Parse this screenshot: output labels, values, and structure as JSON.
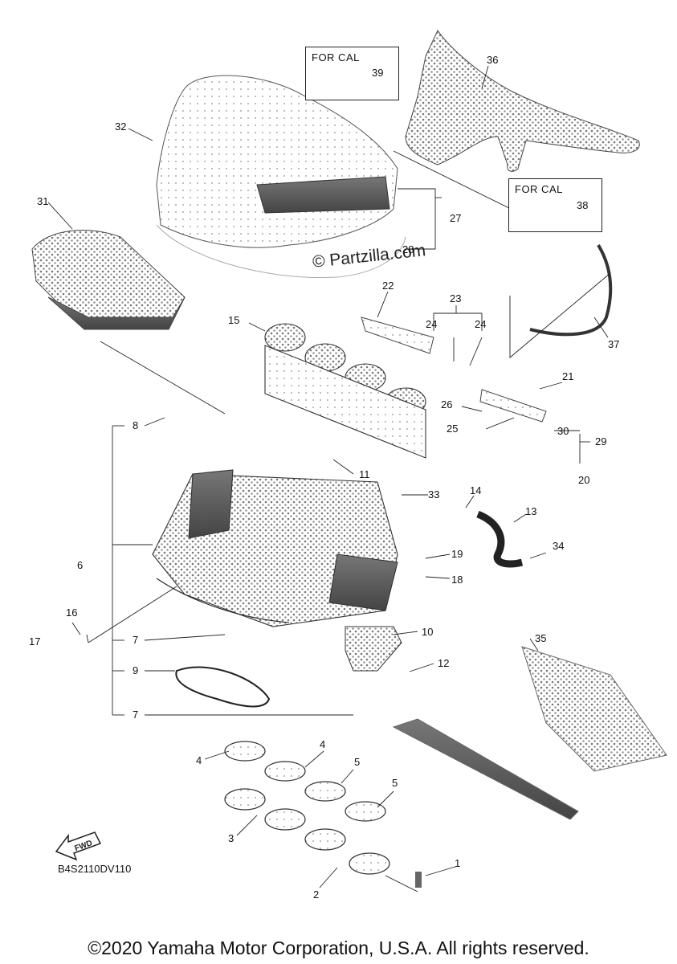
{
  "diagram": {
    "watermark": "© Partzilla.com",
    "diagram_code": "B4S2110DV110",
    "copyright": "©2020 Yamaha Motor Corporation, U.S.A. All rights reserved.",
    "cal_boxes": [
      {
        "label": "FOR CAL",
        "part": "39"
      },
      {
        "label": "FOR CAL",
        "part": "38"
      }
    ],
    "fwd_arrow": "FWD",
    "callouts": [
      "1",
      "2",
      "3",
      "4",
      "4",
      "5",
      "5",
      "6",
      "7",
      "7",
      "8",
      "9",
      "10",
      "11",
      "12",
      "13",
      "14",
      "15",
      "16",
      "17",
      "18",
      "19",
      "20",
      "21",
      "22",
      "23",
      "24",
      "24",
      "25",
      "26",
      "27",
      "28",
      "29",
      "30",
      "31",
      "32",
      "33",
      "34",
      "35",
      "36",
      "37"
    ]
  },
  "colors": {
    "ink": "#222222",
    "panel": "#8a8a8a",
    "background": "#ffffff"
  }
}
